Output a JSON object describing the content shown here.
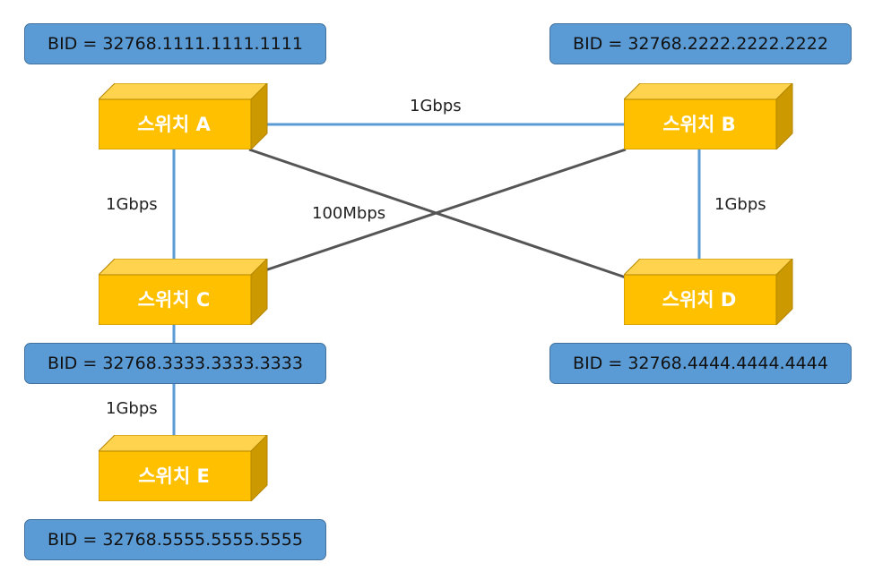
{
  "colors": {
    "switch_face": "#ffc000",
    "switch_top": "#ffd34d",
    "switch_side": "#cc9a00",
    "bid_box": "#5b9bd5",
    "link_gigabit": "#5b9bd5",
    "link_100m": "#555555"
  },
  "switches": {
    "a": {
      "label": "스위치 A",
      "bid": "BID = 32768.1111.1111.1111"
    },
    "b": {
      "label": "스위치 B",
      "bid": "BID = 32768.2222.2222.2222"
    },
    "c": {
      "label": "스위치 C",
      "bid": "BID = 32768.3333.3333.3333"
    },
    "d": {
      "label": "스위치 D",
      "bid": "BID = 32768.4444.4444.4444"
    },
    "e": {
      "label": "스위치 E",
      "bid": "BID = 32768.5555.5555.5555"
    }
  },
  "links": {
    "a_b": {
      "speed": "1Gbps"
    },
    "a_c": {
      "speed": "1Gbps"
    },
    "b_d": {
      "speed": "1Gbps"
    },
    "cross": {
      "speed": "100Mbps"
    },
    "c_e": {
      "speed": "1Gbps"
    }
  }
}
